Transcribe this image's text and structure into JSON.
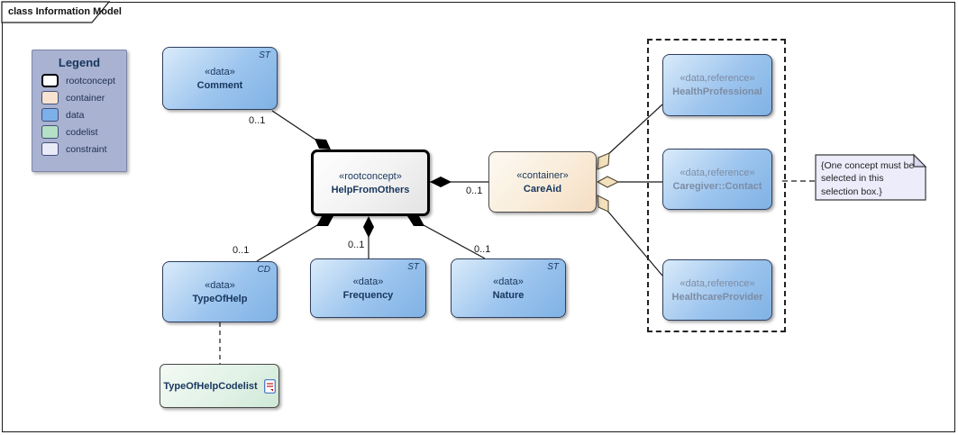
{
  "frame": {
    "tab_title": "class Information Model"
  },
  "legend": {
    "title": "Legend",
    "background": "#a9b2d1",
    "items": [
      {
        "label": "rootconcept",
        "color": "#ffffff"
      },
      {
        "label": "container",
        "color": "#f8e3d0"
      },
      {
        "label": "data",
        "color": "#7db0e8"
      },
      {
        "label": "codelist",
        "color": "#b5dfc6"
      },
      {
        "label": "constraint",
        "color": "#e9eaf8"
      }
    ]
  },
  "nodes": {
    "comment": {
      "stereotype": "«data»",
      "name": "Comment",
      "tag": "ST"
    },
    "help_from_others": {
      "stereotype": "«rootconcept»",
      "name": "HelpFromOthers"
    },
    "care_aid": {
      "stereotype": "«container»",
      "name": "CareAid"
    },
    "health_professional": {
      "stereotype": "«data,reference»",
      "name": "HealthProfessional"
    },
    "caregiver_contact": {
      "stereotype": "«data,reference»",
      "name": "Caregiver::Contact"
    },
    "healthcare_provider": {
      "stereotype": "«data,reference»",
      "name": "HealthcareProvider"
    },
    "type_of_help": {
      "stereotype": "«data»",
      "name": "TypeOfHelp",
      "tag": "CD"
    },
    "frequency": {
      "stereotype": "«data»",
      "name": "Frequency",
      "tag": "ST"
    },
    "nature": {
      "stereotype": "«data»",
      "name": "Nature",
      "tag": "ST"
    },
    "type_of_help_codelist": {
      "name": "TypeOfHelpCodelist"
    }
  },
  "note": {
    "text": "{One concept must be selected in this selection box.}"
  },
  "multiplicities": [
    {
      "near": "comment",
      "label": "0..1"
    },
    {
      "near": "care_aid",
      "label": "0..1"
    },
    {
      "near": "type_of_help",
      "label": "0..1"
    },
    {
      "near": "frequency",
      "label": "0..1"
    },
    {
      "near": "nature",
      "label": "0..1"
    }
  ],
  "colors": {
    "data_fill": "#7fb2e4",
    "container_fill": "#f5ddc2",
    "rootconcept_fill": "#ffffff",
    "codelist_fill": "#cfe9d6",
    "note_fill": "#ececfb",
    "composition_diamond": "#000000",
    "aggregation_diamond": "#f3e0bd",
    "text": "#17365d",
    "reference_text": "#7d8ca3"
  }
}
